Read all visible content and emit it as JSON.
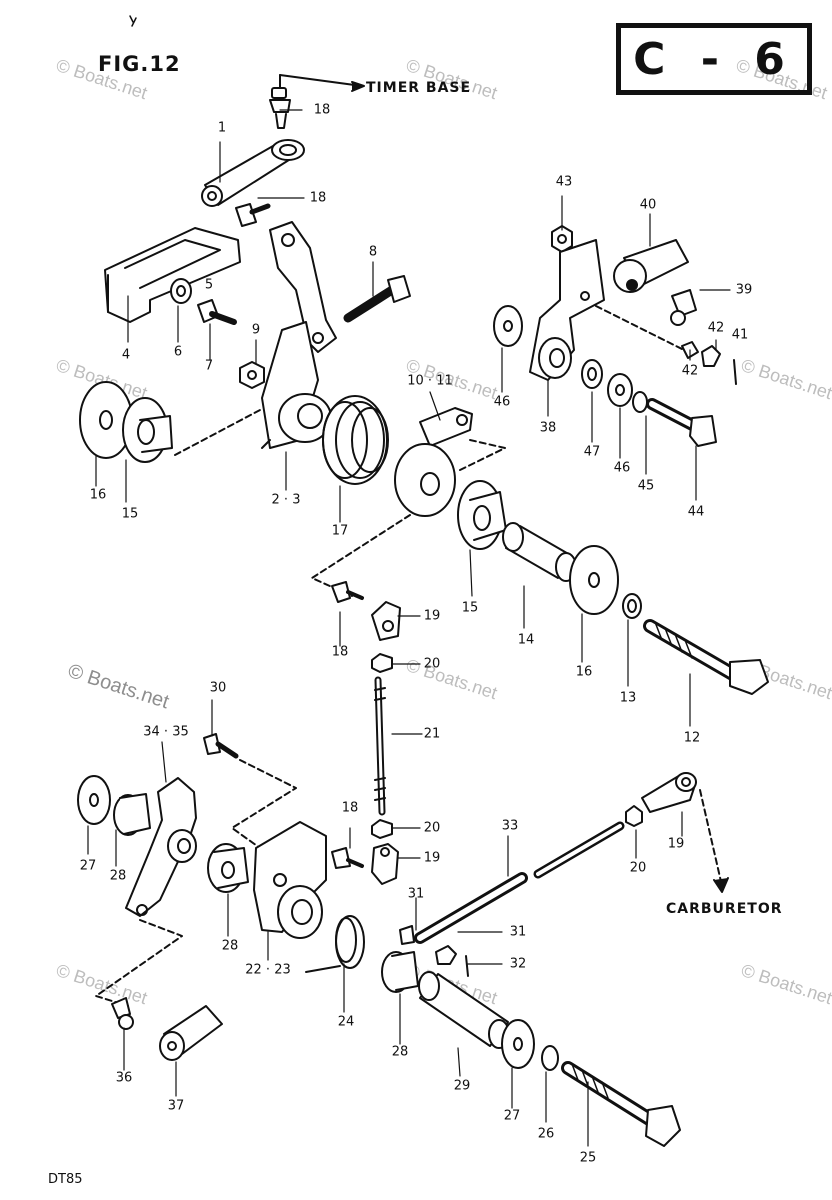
{
  "figure": {
    "title": "FIG.12",
    "code": "C - 6",
    "footer": "DT85"
  },
  "external_labels": {
    "timer_base": "TIMER BASE",
    "carburetor": "CARBURETOR"
  },
  "watermark": "© Boats.net",
  "callouts": [
    "1",
    "18",
    "18",
    "8",
    "5",
    "4",
    "6",
    "7",
    "9",
    "16",
    "15",
    "2 · 3",
    "17",
    "10 · 11",
    "43",
    "40",
    "39",
    "42",
    "41",
    "42",
    "46",
    "38",
    "47",
    "46",
    "45",
    "44",
    "15",
    "14",
    "16",
    "13",
    "12",
    "18",
    "19",
    "20",
    "21",
    "20",
    "19",
    "18",
    "30",
    "34 · 35",
    "27",
    "28",
    "28",
    "22 · 23",
    "24",
    "31",
    "31",
    "32",
    "33",
    "20",
    "19",
    "36",
    "37",
    "28",
    "29",
    "27",
    "26",
    "25"
  ],
  "colors": {
    "ink": "#111111",
    "watermark": "#bdbdbd"
  }
}
